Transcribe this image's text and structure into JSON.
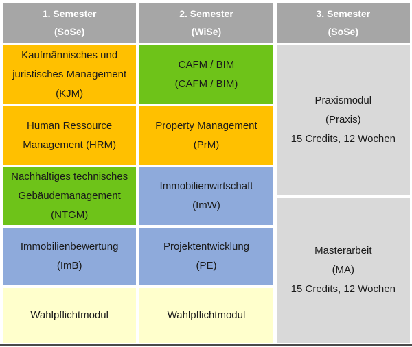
{
  "colors": {
    "header_bg": "#A6A6A6",
    "header_text": "#FFFFFF",
    "module_orange": "#FFC000",
    "module_green": "#6EC319",
    "module_blue": "#8EAADB",
    "module_pale_yellow": "#FFFFCC",
    "module_light_gray": "#D9D9D9",
    "cell_text": "#1A1A1A",
    "bottom_line": "#4A4A4A",
    "gap_white": "#FFFFFF"
  },
  "columns": [
    {
      "header": [
        "1. Semester",
        "(SoSe)"
      ],
      "cells": [
        {
          "label": [
            "Kaufmännisches und",
            "juristisches Management",
            "(KJM)"
          ],
          "color": "orange"
        },
        {
          "label": [
            "Human Ressource",
            "Management (HRM)"
          ],
          "color": "orange"
        },
        {
          "label": [
            "Nachhaltiges technisches",
            "Gebäudemanagement",
            "(NTGM)"
          ],
          "color": "green"
        },
        {
          "label": [
            "Immobilienbewertung",
            "(ImB)"
          ],
          "color": "blue"
        },
        {
          "label": [
            "Wahlpflichtmodul"
          ],
          "color": "pale_yellow"
        }
      ]
    },
    {
      "header": [
        "2. Semester",
        "(WiSe)"
      ],
      "cells": [
        {
          "label": [
            "CAFM / BIM",
            "(CAFM / BIM)"
          ],
          "color": "green"
        },
        {
          "label": [
            "Property Management",
            "(PrM)"
          ],
          "color": "orange"
        },
        {
          "label": [
            "Immobilienwirtschaft",
            "(ImW)"
          ],
          "color": "blue"
        },
        {
          "label": [
            "Projektentwicklung",
            "(PE)"
          ],
          "color": "blue"
        },
        {
          "label": [
            "Wahlpflichtmodul"
          ],
          "color": "pale_yellow"
        }
      ]
    },
    {
      "header": [
        "3. Semester",
        "(SoSe)"
      ],
      "cells": [
        {
          "label": [
            "Praxismodul",
            "(Praxis)",
            "15 Credits, 12 Wochen"
          ],
          "color": "light_gray"
        },
        {
          "label": [
            "Masterarbeit",
            "(MA)",
            "15 Credits, 12 Wochen"
          ],
          "color": "light_gray"
        }
      ]
    }
  ]
}
